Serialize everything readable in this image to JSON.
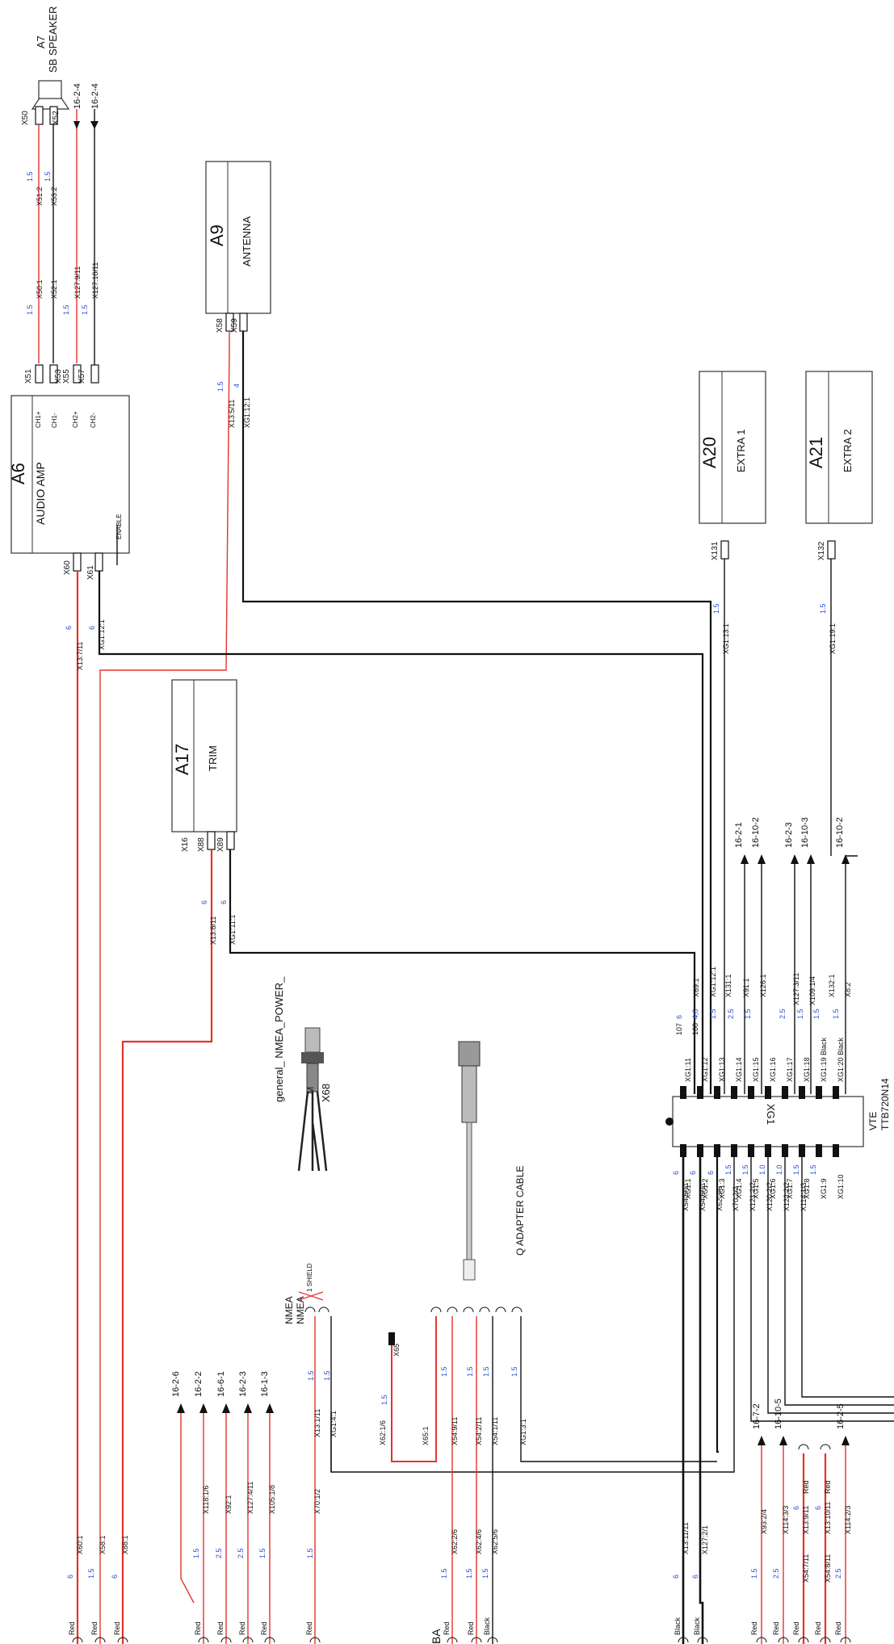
{
  "colors": {
    "red_wire": "#e3342b",
    "black_wire": "#111111",
    "gauge": "#2b4fd6"
  },
  "blocks": {
    "a7": {
      "id": "A7",
      "name": "SB SPEAKER"
    },
    "a6": {
      "id": "A6",
      "name": "AUDIO AMP",
      "enable": "ENABLE",
      "ch1a": "CH1+",
      "ch1b": "CH1-",
      "ch2a": "CH2+",
      "ch2b": "CH2-"
    },
    "a9": {
      "id": "A9",
      "name": "ANTENNA"
    },
    "a17": {
      "id": "A17",
      "name": "TRIM"
    },
    "a20": {
      "id": "A20",
      "name": "EXTRA 1"
    },
    "a21": {
      "id": "A21",
      "name": "EXTRA 2"
    },
    "vte": {
      "id": "VTE",
      "name": "TTB720N14",
      "connector": "XG1"
    }
  },
  "connectors": {
    "x50": "X50",
    "x52": "X52",
    "x51": "X51",
    "x53": "X53",
    "x55": "X55",
    "x57": "X57",
    "x58": "X58",
    "x59": "X59",
    "x60": "X60",
    "x61": "X61",
    "x16": "X16",
    "x88": "X88",
    "x89": "X89",
    "x131": "X131",
    "x132": "X132",
    "x65": "X65"
  },
  "references": {
    "speaker_ref1": "16-2-4",
    "speaker_ref2": "16-2-4",
    "r1": "16-2-1",
    "r2": "16-10-2",
    "r3": "16-2-3",
    "r4": "16-10-3",
    "r5": "16-10-2",
    "left_r1": "16-2-6",
    "left_r2": "16-2-2",
    "left_r3": "16-6-1",
    "left_r4": "16-2-3",
    "left_r5": "16-1-3",
    "bot_r1": "16-7-2",
    "bot_r2": "16-10-5",
    "bot_r3": "16-2-5"
  },
  "wire_labels": {
    "x50_1": "X50:1",
    "x52_1": "X52:1",
    "x51_2": "X51:2",
    "x53_2": "X53:2",
    "x127_9": "X127:9/11",
    "x127_10": "X127:10/11",
    "x13_5": "X13:5/11",
    "xg1_12": "XG1:12:1",
    "x13_7": "X13:7/11",
    "xg1_12b": "XG1:12:1",
    "x13_8": "X13:8/11",
    "xg1_11": "XG1:11:1",
    "xg1_13": "XG1:13:1",
    "xg1_19": "XG1:19:1",
    "x69": "X69:1",
    "x60": "X60:1",
    "x58": "X58:1",
    "x88": "X88:1",
    "x118": "X118:1/6",
    "x92": "X92:1",
    "x127_4": "X127:4/11",
    "x105": "X105:1/8",
    "x70": "X70:1/2",
    "x13_1": "X13:1/11",
    "xg1_4": "XG1:4:1",
    "x62_16": "X62:1/6",
    "x65_1": "X65:1",
    "x54_9": "X54:9/11",
    "x54_2": "X54:2/11",
    "x54_1": "X54:1/11",
    "xg1_3": "XG1:3:1",
    "x62_26": "X62:2/6",
    "x62_46": "X62:4/6",
    "x62_56": "X62:5/6",
    "x54_5": "X54:5/11",
    "x54_6": "X54:6/11",
    "x62_36": "X62:3/6",
    "x70_22": "X70:2/2",
    "x121": "X121:2/2",
    "x120": "X120:2/2",
    "x122": "X122:2/2",
    "x114_13": "X114:1/3",
    "x69_1": "X69:1",
    "x91": "X91:1",
    "x126": "X126:1",
    "x127_3": "X127:3/11",
    "x109": "X109:1/4",
    "x132_1": "X132:1",
    "x8_2": "X8:2",
    "x131_1": "X131:1",
    "x13_11": "X13:11/11",
    "x127_2": "X127:2/1",
    "x93": "X93:2/4",
    "x114_3": "X114:3/3",
    "x13_9": "X13:9/11",
    "x54_7": "X54:7/11",
    "x13_10": "X13:10/11",
    "x54_8": "X54:8/11",
    "x114_2": "X114:2/3"
  },
  "xg1_top": [
    "XG1:11",
    "XG1:12",
    "XG1:13",
    "XG1:14",
    "XG1:15",
    "XG1:16",
    "XG1:17",
    "XG1:18",
    "XG1:19 Black",
    "XG1:20 Black"
  ],
  "xg1_bottom": [
    "XG1:1",
    "XG1:2",
    "XG1:3",
    "XG1:4",
    "XG1:5",
    "XG1:6",
    "XG1:7",
    "XG1:8",
    "XG1:9",
    "XG1:10"
  ],
  "xg1_numbers": {
    "n107": "107",
    "n108": "108",
    "n6": "6",
    "n46": "4,6"
  },
  "nmea": {
    "label": "NMEA",
    "label2": "NMEA",
    "generic": "general_\nNMEA_POWER_",
    "m": "M",
    "x68": "X68",
    "pins": "1 SHIELD"
  },
  "q_adapter": "Q ADAPTER CABLE",
  "ba": "BA",
  "gauges": {
    "g15": "1.5",
    "g6": "6",
    "g4": "4",
    "g25": "2.5",
    "g10": "1.0",
    "g46": "4,6"
  },
  "colors_text": {
    "red": "Red",
    "black": "Black"
  }
}
